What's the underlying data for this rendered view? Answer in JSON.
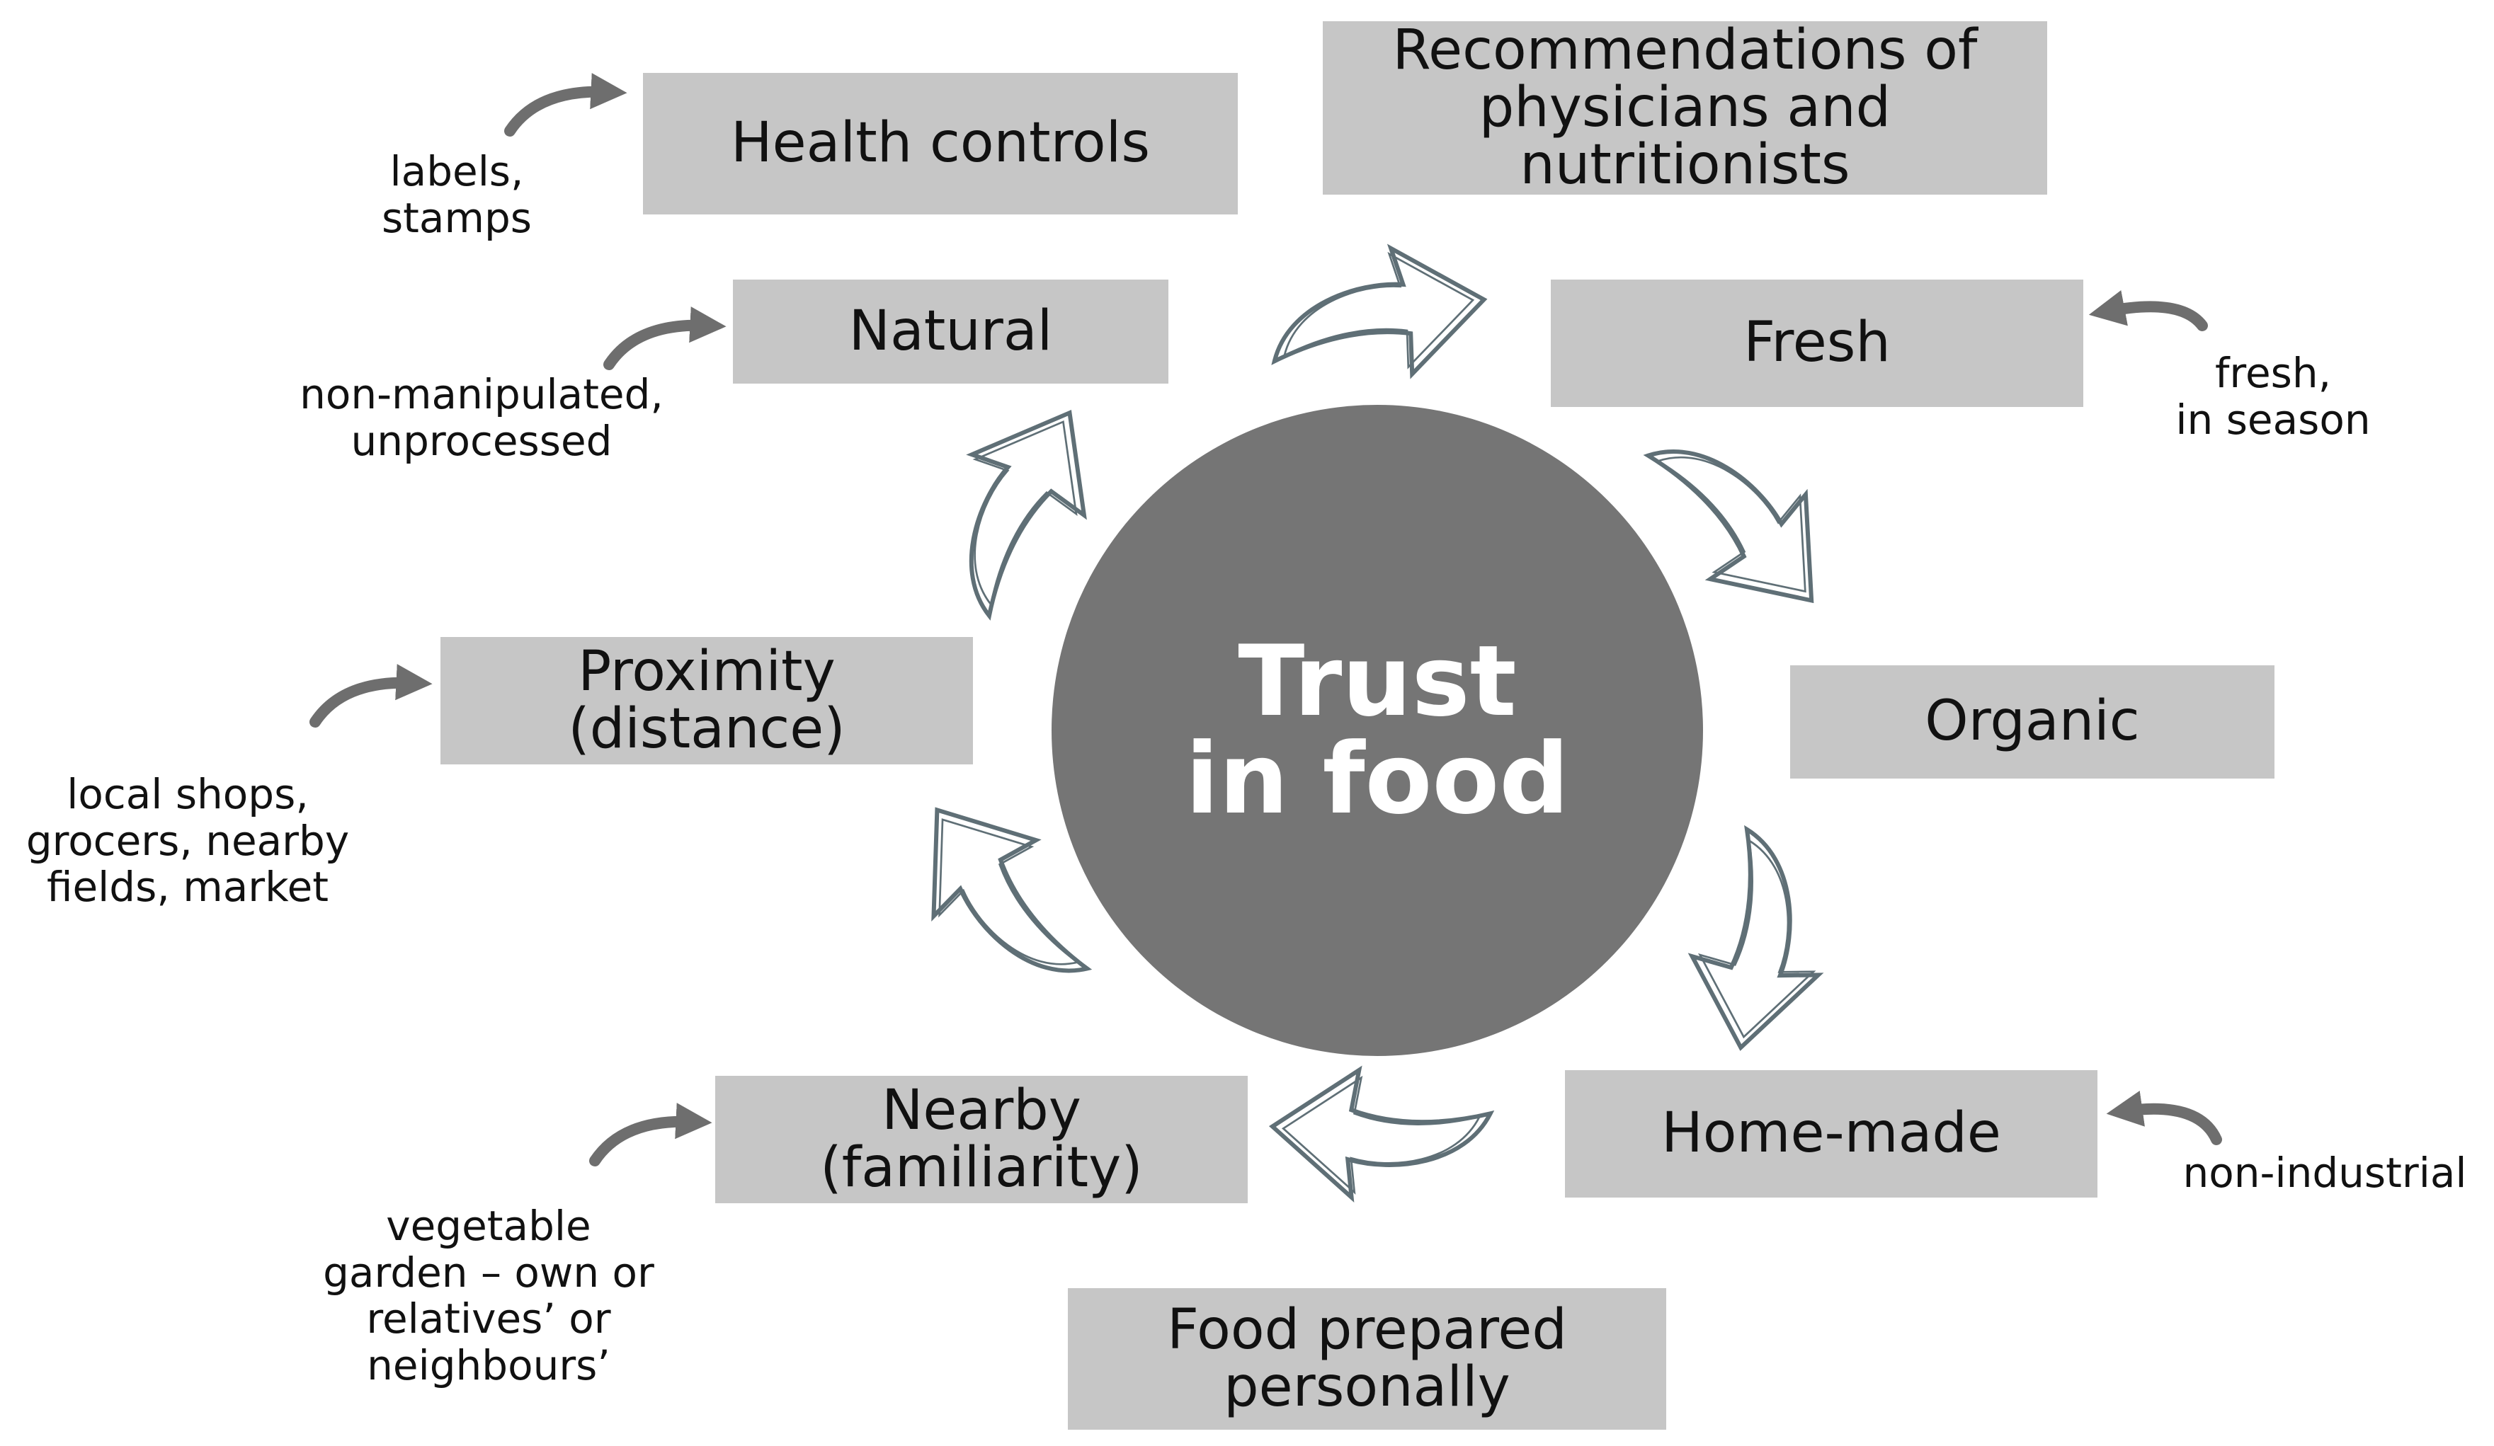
{
  "center": {
    "label": "Trust\nin food"
  },
  "factors": {
    "health_controls": "Health controls",
    "recommendations": "Recommendations of\nphysicians and\nnutritionists",
    "natural": "Natural",
    "fresh": "Fresh",
    "proximity": "Proximity\n(distance)",
    "organic": "Organic",
    "nearby": "Nearby\n(familiarity)",
    "home_made": "Home-made",
    "food_prepared": "Food prepared\npersonally"
  },
  "notes": {
    "health_controls": "labels,\nstamps",
    "natural": "non-manipulated,\nunprocessed",
    "fresh": "fresh,\nin season",
    "proximity": "local shops,\ngrocers, nearby\nfields, market",
    "nearby": "vegetable\ngarden – own or\nrelatives’ or\nneighbours’",
    "home_made": "non-industrial"
  },
  "colors": {
    "box_fill": "#c6c6c6",
    "hub_fill": "#757575",
    "hub_text": "#ffffff",
    "pointer_arrow": "#6e6e6e",
    "cycle_arrow_outline": "#5f6f76"
  },
  "icons": {
    "pointer": "curved-pointer-arrow-icon",
    "cycle": "curved-cycle-arrow-icon"
  }
}
